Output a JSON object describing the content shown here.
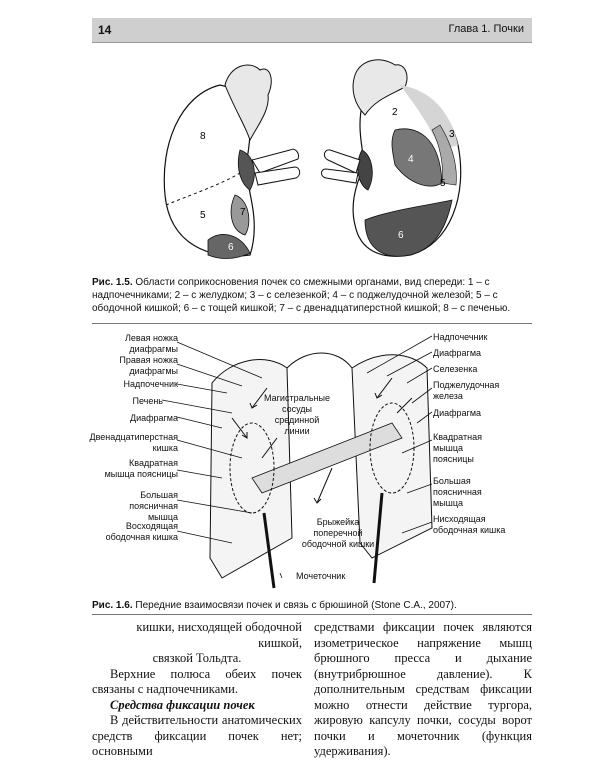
{
  "header": {
    "page_number": "14",
    "chapter": "Глава 1. Почки"
  },
  "figure1": {
    "numbers": {
      "n1": "2",
      "n2": "3",
      "n3": "4",
      "n4": "5",
      "n5": "6",
      "n6": "8",
      "n7": "5",
      "n8": "7",
      "n9": "6"
    },
    "caption_label": "Рис. 1.5.",
    "caption_text": " Области соприкосновения почек со смежными органами, вид спереди: 1 – с надпочечниками; 2 – с желудком; 3 – с селезенкой; 4 – с поджелудочной железой; 5 – с ободочной кишкой; 6 – с тощей кишкой; 7 – с двенадцатиперстной кишкой; 8 – с печенью."
  },
  "figure2": {
    "left_labels": [
      "Левая ножка диафрагмы",
      "Правая ножка диафрагмы",
      "Надпочечник",
      "Печень",
      "Диафрагма",
      "Двенадцатиперстная кишка",
      "Квадратная мышца поясницы",
      "Большая поясничная мышца",
      "Восходящая ободочная кишка"
    ],
    "right_labels": [
      "Надпочечник",
      "Диафрагма",
      "Селезенка",
      "Поджелудочная железа",
      "Диафрагма",
      "Квадратная мышца поясницы",
      "Большая поясничная мышца",
      "Нисходящая ободочная кишка"
    ],
    "center_labels": {
      "vessels": "Магистральные сосуды срединной линии",
      "mesentery": "Брыжейка поперечной ободочной кишки",
      "ureter": "Мочеточник"
    },
    "caption_label": "Рис. 1.6.",
    "caption_text": " Передние взаимосвязи почек и связь с брюшиной (Stone C.A., 2007)."
  },
  "text": {
    "left_col": {
      "line1": "кишки, нисходящей ободочной кишкой,",
      "line2": "связкой Тольдта.",
      "para2": "Верхние полюса обеих почек связаны с надпочечниками.",
      "section_title": "Средства фиксации почек",
      "para3": "В действительности анатомических средств фиксации почек нет; основными"
    },
    "right_col": {
      "para": "средствами фиксации почек являются изометрическое напряжение мышц брюшного пресса и дыхание (внутрибрюшное давление). К дополнительным средствам фиксации можно отнести действие тургора, жировую капсулу почки, сосуды ворот почки и мочеточник (функция удерживания)."
    }
  }
}
